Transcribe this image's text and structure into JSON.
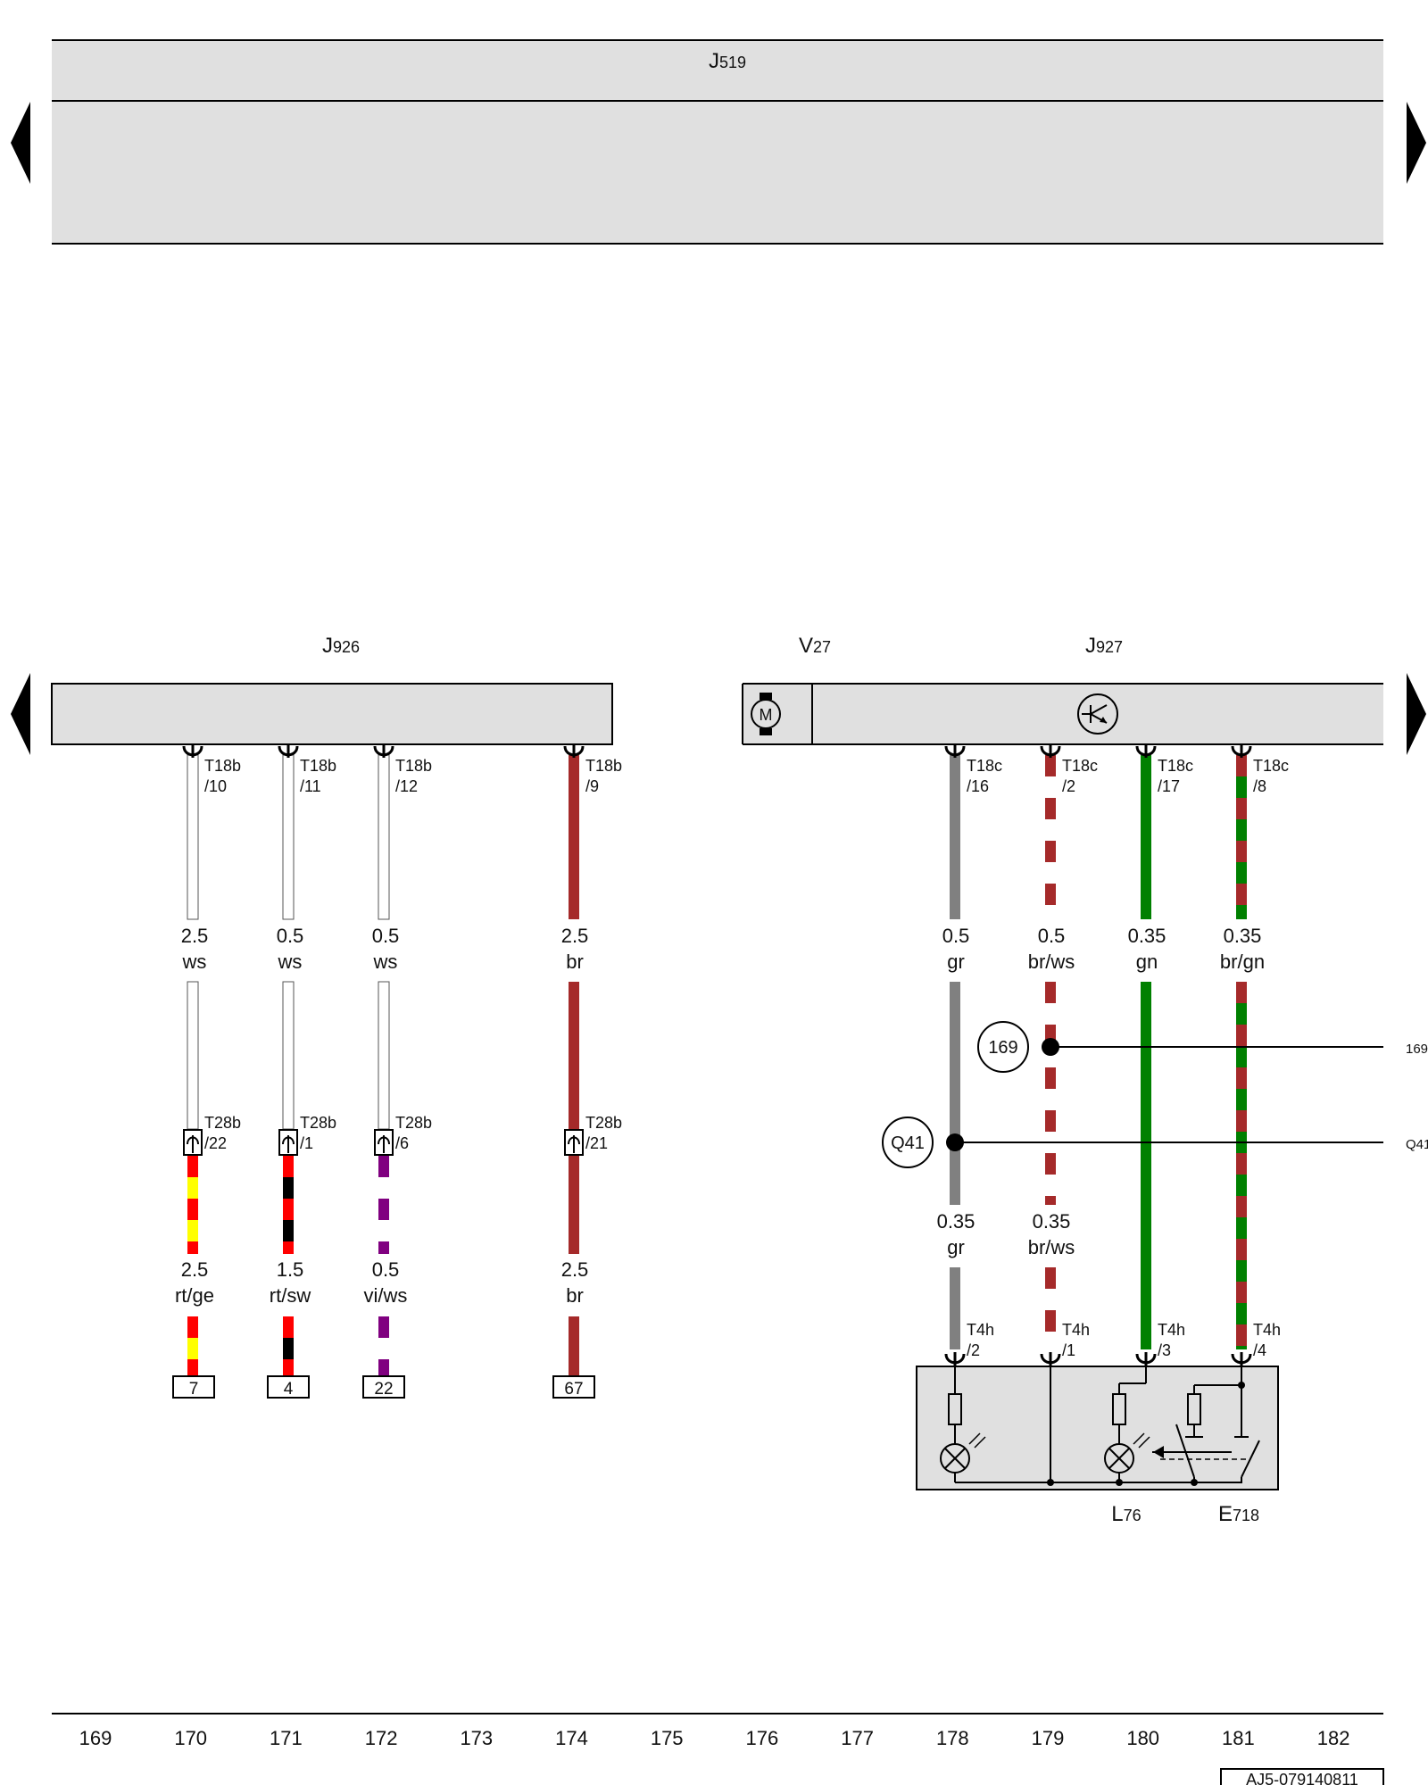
{
  "modules": {
    "top": {
      "code": "J",
      "num": "519"
    },
    "left": {
      "code": "J",
      "num": "926"
    },
    "motor": {
      "code": "V",
      "num": "27"
    },
    "right": {
      "code": "J",
      "num": "927"
    }
  },
  "motor_symbol": "M",
  "left_wires": [
    {
      "col": "170",
      "conn": "T18b",
      "pin": "/10",
      "size": "2.5",
      "color": "ws",
      "conn2": "T28b",
      "pin2": "/22",
      "size2": "2.5",
      "color2": "rt/ge",
      "dest": "7"
    },
    {
      "col": "171",
      "conn": "T18b",
      "pin": "/11",
      "size": "0.5",
      "color": "ws",
      "conn2": "T28b",
      "pin2": "/1",
      "size2": "1.5",
      "color2": "rt/sw",
      "dest": "4"
    },
    {
      "col": "172",
      "conn": "T18b",
      "pin": "/12",
      "size": "0.5",
      "color": "ws",
      "conn2": "T28b",
      "pin2": "/6",
      "size2": "0.5",
      "color2": "vi/ws",
      "dest": "22"
    },
    {
      "col": "174",
      "conn": "T18b",
      "pin": "/9",
      "size": "2.5",
      "color": "br",
      "conn2": "T28b",
      "pin2": "/21",
      "size2": "2.5",
      "color2": "br",
      "dest": "67"
    }
  ],
  "right_wires": [
    {
      "col": "178",
      "conn": "T18c",
      "pin": "/16",
      "size": "0.5",
      "color": "gr",
      "size2": "0.35",
      "color2": "gr",
      "conn2": "T4h",
      "pin2": "/2"
    },
    {
      "col": "179",
      "conn": "T18c",
      "pin": "/2",
      "size": "0.5",
      "color": "br/ws",
      "size2": "0.35",
      "color2": "br/ws",
      "conn2": "T4h",
      "pin2": "/1"
    },
    {
      "col": "180",
      "conn": "T18c",
      "pin": "/17",
      "size": "0.35",
      "color": "gn",
      "conn2": "T4h",
      "pin2": "/3"
    },
    {
      "col": "181",
      "conn": "T18c",
      "pin": "/8",
      "size": "0.35",
      "color": "br/gn",
      "conn2": "T4h",
      "pin2": "/4"
    }
  ],
  "junctions": [
    {
      "label": "169",
      "ref": "169"
    },
    {
      "label": "Q41",
      "ref": "Q41"
    }
  ],
  "components": {
    "lamp": {
      "code": "L",
      "num": "76"
    },
    "switch": {
      "code": "E",
      "num": "718"
    }
  },
  "footer": {
    "columns": [
      "169",
      "170",
      "171",
      "172",
      "173",
      "174",
      "175",
      "176",
      "177",
      "178",
      "179",
      "180",
      "181",
      "182"
    ],
    "doc_id": "AJ5-079140811"
  },
  "wire_colors": {
    "ws": "#ffffff",
    "br": "#a52a2a",
    "rt": "#ff0000",
    "ge": "#ffff00",
    "sw": "#000000",
    "vi": "#800080",
    "gr": "#808080",
    "gn": "#008000",
    "module_fill": "#e0e0e0"
  }
}
